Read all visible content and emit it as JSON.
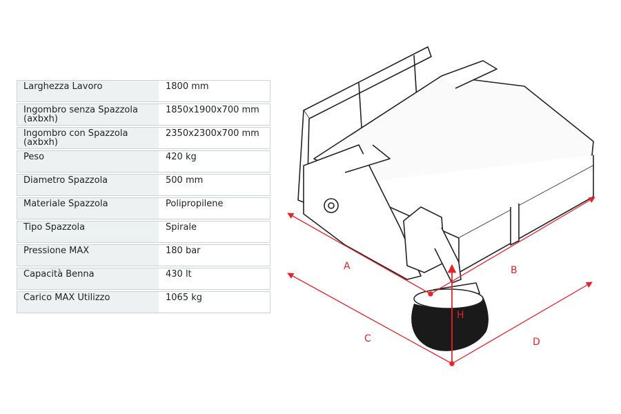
{
  "specs": [
    {
      "label": "Larghezza Lavoro",
      "value": "1800 mm"
    },
    {
      "label": "Ingombro senza Spazzola (axbxh)",
      "value": "1850x1900x700 mm"
    },
    {
      "label": "Ingombro con Spazzola (axbxh)",
      "value": "2350x2300x700 mm"
    },
    {
      "label": "Peso",
      "value": "420 kg"
    },
    {
      "label": "Diametro Spazzola",
      "value": "500 mm"
    },
    {
      "label": "Materiale Spazzola",
      "value": "Polipropilene"
    },
    {
      "label": "Tipo Spazzola",
      "value": "Spirale"
    },
    {
      "label": "Pressione MAX",
      "value": "180 bar"
    },
    {
      "label": "Capacità Benna",
      "value": "430 lt"
    },
    {
      "label": "Carico MAX Utilizzo",
      "value": "1065 kg"
    }
  ],
  "drawing": {
    "dimension_color": "#e8212a",
    "labels": {
      "a": "A",
      "b": "B",
      "c": "C",
      "d": "D",
      "h": "H"
    }
  }
}
